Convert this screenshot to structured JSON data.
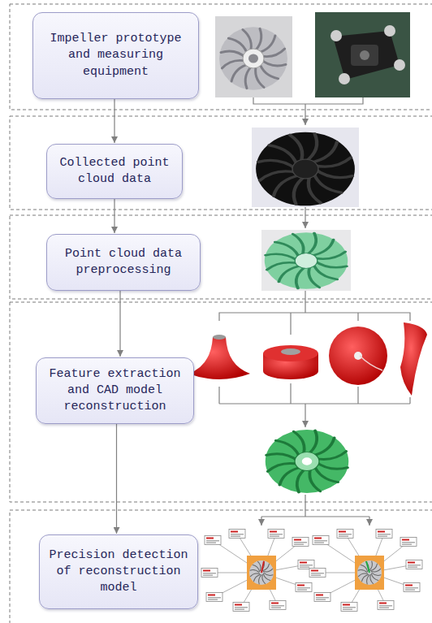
{
  "diagram": {
    "nodes": [
      {
        "text": [
          "Impeller prototype and measuring equipment"
        ]
      },
      {
        "text": [
          "Collected point cloud data"
        ]
      },
      {
        "text": [
          "Point cloud data preprocessing"
        ]
      },
      {
        "text": [
          "Feature extraction and CAD model reconstruction"
        ]
      },
      {
        "text": [
          "Precision detection of reconstruction model"
        ]
      }
    ],
    "edges": [
      {
        "from": 0,
        "to": 1,
        "arrow": "to"
      },
      {
        "from": 1,
        "to": 2,
        "arrow": "to"
      },
      {
        "from": 2,
        "to": 3,
        "arrow": "to"
      },
      {
        "from": 3,
        "to": 4,
        "arrow": "to"
      }
    ]
  }
}
